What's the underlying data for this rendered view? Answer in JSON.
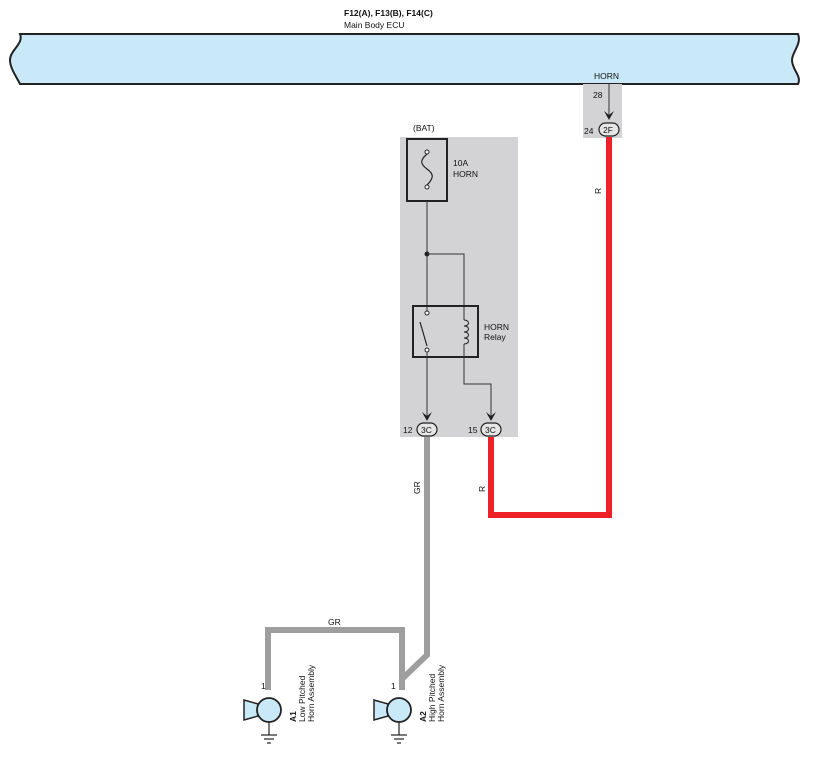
{
  "ecu": {
    "connectors": "F12(A), F13(B), F14(C)",
    "name": "Main Body ECU",
    "signal": "HORN",
    "pin_inner": "28",
    "pin_outer": "24",
    "connector_id": "2F"
  },
  "junction": {
    "supply": "(BAT)",
    "fuse_rating": "10A",
    "fuse_name": "HORN",
    "relay_name": "HORN",
    "relay_word": "Relay",
    "pin_left": "12",
    "conn_left": "3C",
    "pin_right": "15",
    "conn_right": "3C"
  },
  "wires": {
    "red_label_top": "R",
    "red_label_bottom": "R",
    "gray_label_vertical": "GR",
    "gray_label_horizontal": "GR"
  },
  "horns": [
    {
      "pin": "1",
      "code": "A1",
      "line1": "Low Pitched",
      "line2": "Horn Assembly"
    },
    {
      "pin": "1",
      "code": "A2",
      "line1": "High Pitched",
      "line2": "Horn Assembly"
    }
  ],
  "colors": {
    "ecu_fill": "#c9e8f8",
    "box_fill": "#d3d3d5",
    "wire_red": "#ee2028",
    "wire_gray": "#9e9e9e",
    "horn_fill": "#c9e8f8"
  }
}
